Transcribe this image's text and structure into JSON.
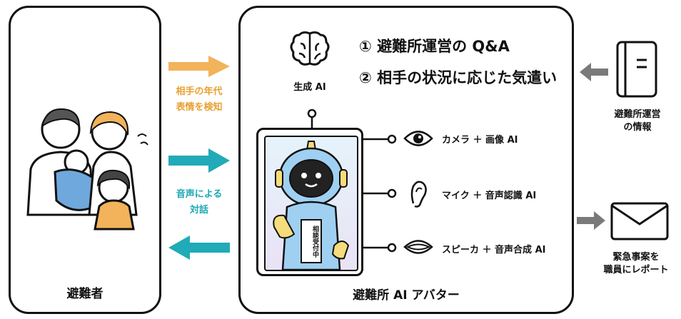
{
  "evacuee_panel": {
    "label": "避難者"
  },
  "avatar_panel": {
    "label": "避難所 AI アバター"
  },
  "ai": {
    "label": "生成 AI",
    "features": [
      "① 避難所運営の Q&A",
      "② 相手の状況に応じた気遣い"
    ]
  },
  "arrows": {
    "detect_label": "相手の年代\n表情を検知",
    "dialogue_label": "音声による\n対話"
  },
  "sensors": [
    {
      "icon": "eye-icon",
      "label": "カメラ ＋ 画像 AI"
    },
    {
      "icon": "ear-icon",
      "label": "マイク ＋ 音声認識 AI"
    },
    {
      "icon": "mouth-icon",
      "label": "スピーカ ＋ 音声合成 AI"
    }
  ],
  "robot": {
    "sign": "相談受付中"
  },
  "right": {
    "info_label": "避難所運営\nの情報",
    "report_label": "緊急事案を\n職員にレポート"
  },
  "colors": {
    "orange": "#f2b35a",
    "teal": "#21aab8",
    "gray": "#7a7a7a",
    "robot_blue": "#9fd0f2",
    "robot_yellow": "#f6dc7a"
  }
}
